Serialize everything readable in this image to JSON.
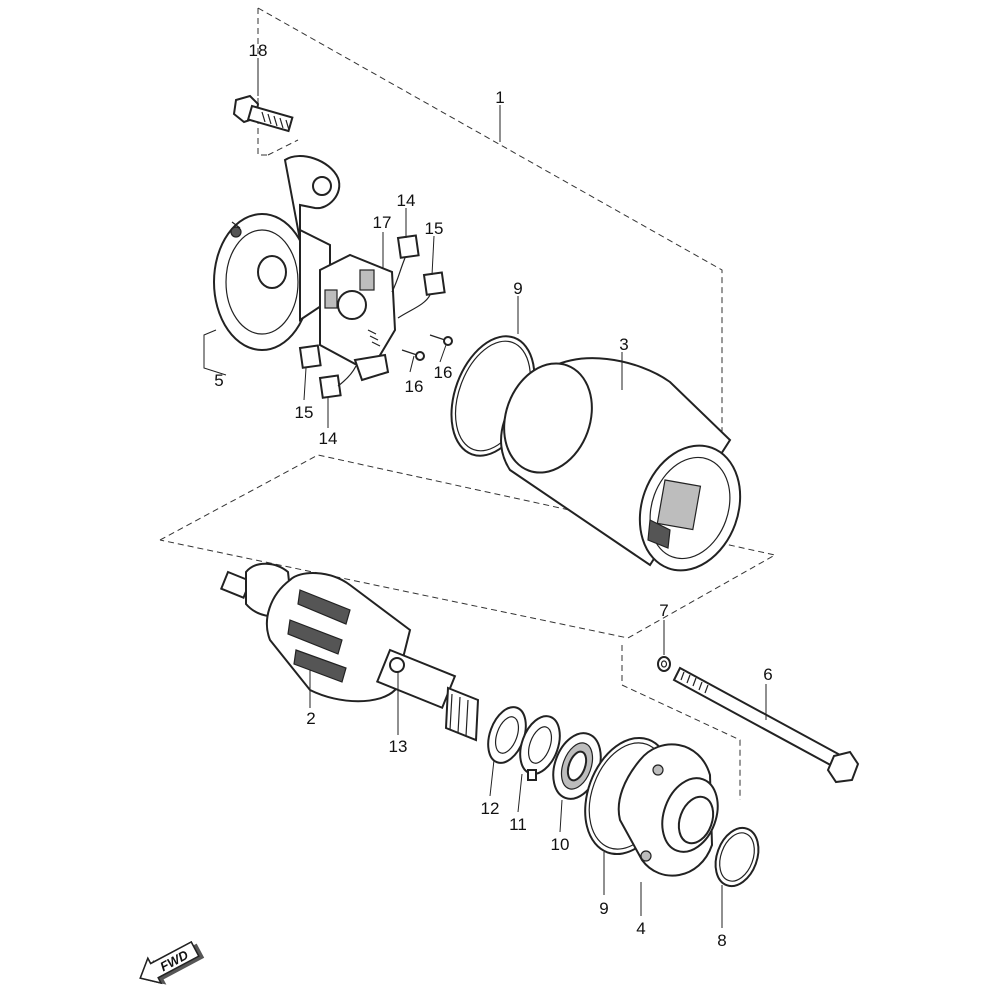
{
  "callouts": {
    "c1": "1",
    "c2": "2",
    "c3": "3",
    "c4": "4",
    "c5": "5",
    "c6": "6",
    "c7": "7",
    "c8": "8",
    "c9a": "9",
    "c9b": "9",
    "c10": "10",
    "c11": "11",
    "c12": "12",
    "c13": "13",
    "c14a": "14",
    "c14b": "14",
    "c15a": "15",
    "c15b": "15",
    "c16a": "16",
    "c16b": "16",
    "c17": "17",
    "c18": "18"
  },
  "fwd_arrow": {
    "label": "FWD",
    "icon": "fwd-arrow-icon"
  }
}
